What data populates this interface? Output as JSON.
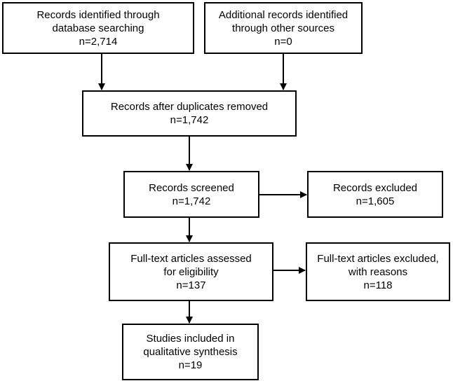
{
  "boxes": {
    "identified_db": {
      "line1": "Records identified through",
      "line2": "database searching",
      "line3": "n=2,714"
    },
    "identified_other": {
      "line1": "Additional records identified",
      "line2": "through other sources",
      "line3": "n=0"
    },
    "after_duplicates": {
      "line1": "Records after duplicates removed",
      "line2": "n=1,742"
    },
    "screened": {
      "line1": "Records screened",
      "line2": "n=1,742"
    },
    "excluded": {
      "line1": "Records excluded",
      "line2": "n=1,605"
    },
    "fulltext_assessed": {
      "line1": "Full-text articles assessed",
      "line2": "for eligibility",
      "line3": "n=137"
    },
    "fulltext_excluded": {
      "line1": "Full-text articles excluded,",
      "line2": "with reasons",
      "line3": "n=118"
    },
    "included": {
      "line1": "Studies included in",
      "line2": "qualitative synthesis",
      "line3": "n=19"
    }
  },
  "colors": {
    "line": "#000000",
    "background": "#ffffff"
  }
}
